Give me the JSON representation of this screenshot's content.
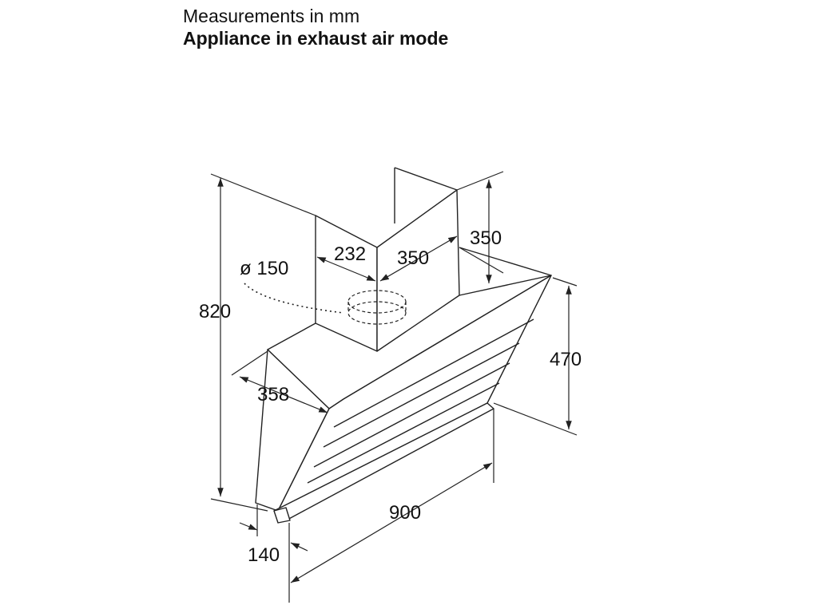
{
  "header": {
    "subtitle": "Measurements in mm",
    "title": "Appliance in exhaust air mode"
  },
  "dimensions": {
    "total_height": "820",
    "chimney_height": "350",
    "chimney_width": "232",
    "chimney_depth": "350",
    "duct_diameter": "ø 150",
    "hood_height": "470",
    "hood_depth": "358",
    "hood_width": "900",
    "front_depth": "140"
  },
  "colors": {
    "line": "#222222",
    "text": "#111111",
    "background": "#ffffff"
  }
}
